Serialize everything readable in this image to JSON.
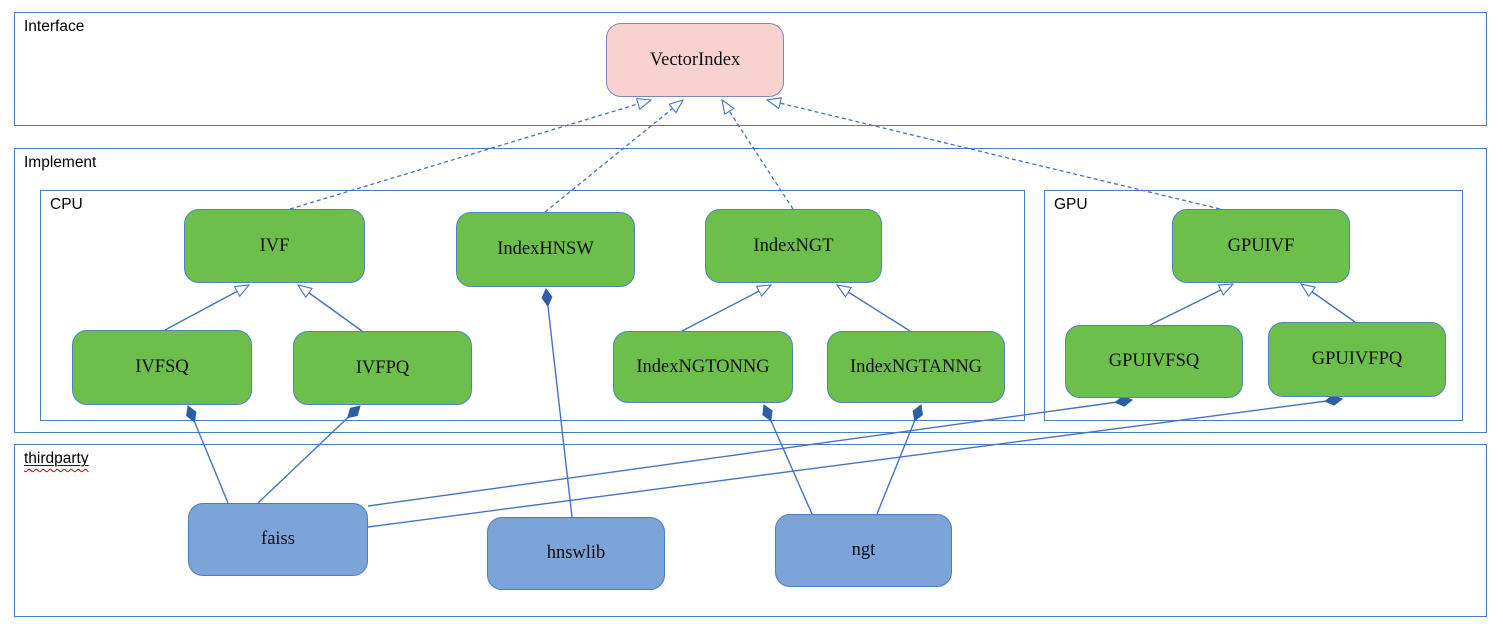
{
  "containers": {
    "interface": {
      "label": "Interface"
    },
    "implement": {
      "label": "Implement"
    },
    "cpu": {
      "label": "CPU"
    },
    "gpu": {
      "label": "GPU"
    },
    "thirdparty": {
      "label": "thirdparty"
    }
  },
  "nodes": {
    "vectorindex": {
      "label": "VectorIndex",
      "kind": "interface",
      "container": "interface"
    },
    "ivf": {
      "label": "IVF",
      "kind": "class",
      "container": "cpu"
    },
    "indexhnsw": {
      "label": "IndexHNSW",
      "kind": "class",
      "container": "cpu"
    },
    "indexngt": {
      "label": "IndexNGT",
      "kind": "class",
      "container": "cpu"
    },
    "ivfsq": {
      "label": "IVFSQ",
      "kind": "class",
      "container": "cpu"
    },
    "ivfpq": {
      "label": "IVFPQ",
      "kind": "class",
      "container": "cpu"
    },
    "indexngtonng": {
      "label": "IndexNGTONNG",
      "kind": "class",
      "container": "cpu"
    },
    "indexngtanng": {
      "label": "IndexNGTANNG",
      "kind": "class",
      "container": "cpu"
    },
    "gpuivf": {
      "label": "GPUIVF",
      "kind": "class",
      "container": "gpu"
    },
    "gpuivfsq": {
      "label": "GPUIVFSQ",
      "kind": "class",
      "container": "gpu"
    },
    "gpuivfpq": {
      "label": "GPUIVFPQ",
      "kind": "class",
      "container": "gpu"
    },
    "faiss": {
      "label": "faiss",
      "kind": "library",
      "container": "thirdparty"
    },
    "hnswlib": {
      "label": "hnswlib",
      "kind": "library",
      "container": "thirdparty"
    },
    "ngt": {
      "label": "ngt",
      "kind": "library",
      "container": "thirdparty"
    }
  },
  "relationships": [
    {
      "from": "IVF",
      "to": "VectorIndex",
      "type": "realization-dashed-hollow-arrow"
    },
    {
      "from": "IndexHNSW",
      "to": "VectorIndex",
      "type": "realization-dashed-hollow-arrow"
    },
    {
      "from": "IndexNGT",
      "to": "VectorIndex",
      "type": "realization-dashed-hollow-arrow"
    },
    {
      "from": "GPUIVF",
      "to": "VectorIndex",
      "type": "realization-dashed-hollow-arrow"
    },
    {
      "from": "IVFSQ",
      "to": "IVF",
      "type": "generalization-hollow-arrow"
    },
    {
      "from": "IVFPQ",
      "to": "IVF",
      "type": "generalization-hollow-arrow"
    },
    {
      "from": "IndexNGTONNG",
      "to": "IndexNGT",
      "type": "generalization-hollow-arrow"
    },
    {
      "from": "IndexNGTANNG",
      "to": "IndexNGT",
      "type": "generalization-hollow-arrow"
    },
    {
      "from": "GPUIVFSQ",
      "to": "GPUIVF",
      "type": "generalization-hollow-arrow"
    },
    {
      "from": "GPUIVFPQ",
      "to": "GPUIVF",
      "type": "generalization-hollow-arrow"
    },
    {
      "from": "faiss",
      "to": "IVFSQ",
      "type": "composition-filled-diamond"
    },
    {
      "from": "faiss",
      "to": "IVFPQ",
      "type": "composition-filled-diamond"
    },
    {
      "from": "faiss",
      "to": "GPUIVFSQ",
      "type": "composition-filled-diamond"
    },
    {
      "from": "faiss",
      "to": "GPUIVFPQ",
      "type": "composition-filled-diamond"
    },
    {
      "from": "hnswlib",
      "to": "IndexHNSW",
      "type": "composition-filled-diamond"
    },
    {
      "from": "ngt",
      "to": "IndexNGTONNG",
      "type": "composition-filled-diamond"
    },
    {
      "from": "ngt",
      "to": "IndexNGTANNG",
      "type": "composition-filled-diamond"
    }
  ],
  "colors": {
    "interface_fill": "#f8d2ce",
    "interface_border": "#7b86c3",
    "class_fill": "#6dbf4b",
    "class_border": "#4a86b8",
    "library_fill": "#7da4d8",
    "library_border": "#4a7ebb",
    "container_border": "#4a7ebb",
    "edge_line": "#4472c4",
    "spellcheck_underline": "#cc0000",
    "background": "#ffffff"
  }
}
